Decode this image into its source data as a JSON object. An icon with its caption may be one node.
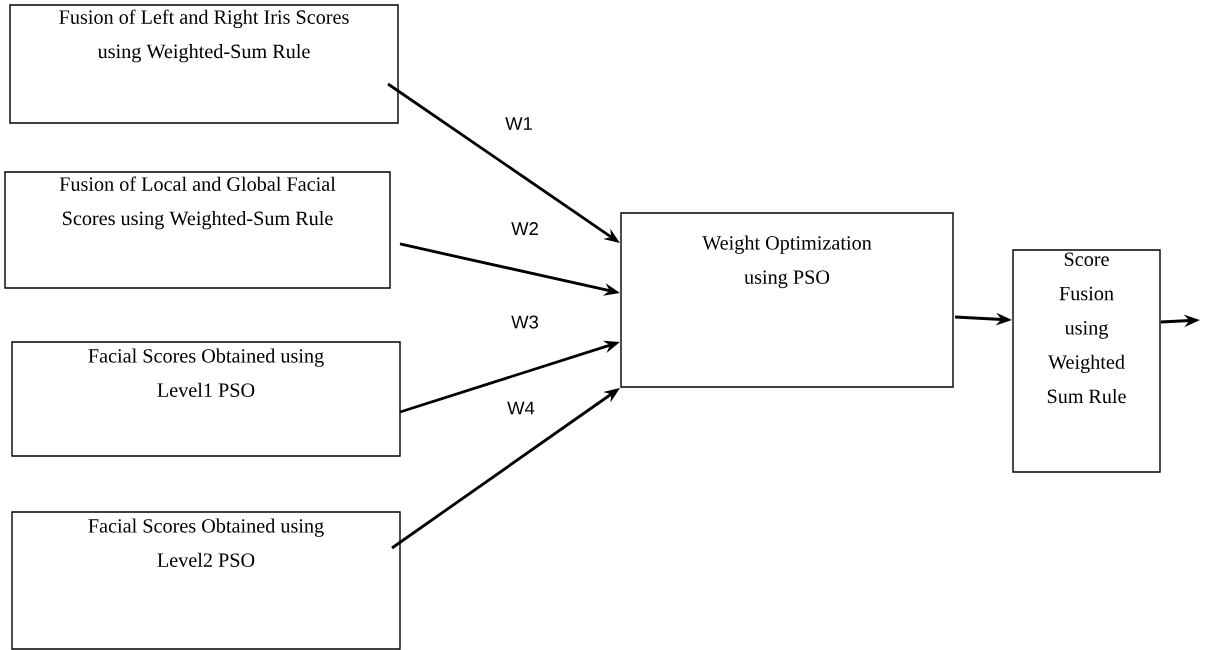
{
  "diagram": {
    "nodes": [
      {
        "text": [
          "Fusion of Left and Right Iris Scores using Weighted-Sum Rule"
        ]
      },
      {
        "text": [
          "Fusion of Local and Global Facial Scores using Weighted-Sum Rule"
        ]
      },
      {
        "text": [
          "Facial Scores Obtained using Level1 PSO"
        ]
      },
      {
        "text": [
          "Facial Scores Obtained using Level2 PSO"
        ]
      },
      {
        "text": [
          "Weight Optimization using PSO"
        ]
      },
      {
        "text": [
          "Score Fusion using Weighted Sum Rule"
        ]
      }
    ],
    "edges": [
      {
        "from": 0,
        "to": 4,
        "arrow": "to",
        "label": "W1"
      },
      {
        "from": 1,
        "to": 4,
        "arrow": "to",
        "label": "W2"
      },
      {
        "from": 2,
        "to": 4,
        "arrow": "to",
        "label": "W3"
      },
      {
        "from": 3,
        "to": 4,
        "arrow": "to",
        "label": "W4"
      },
      {
        "from": 4,
        "to": 5,
        "arrow": "to"
      },
      {
        "from": 5,
        "to": null,
        "arrow": "to"
      }
    ]
  }
}
